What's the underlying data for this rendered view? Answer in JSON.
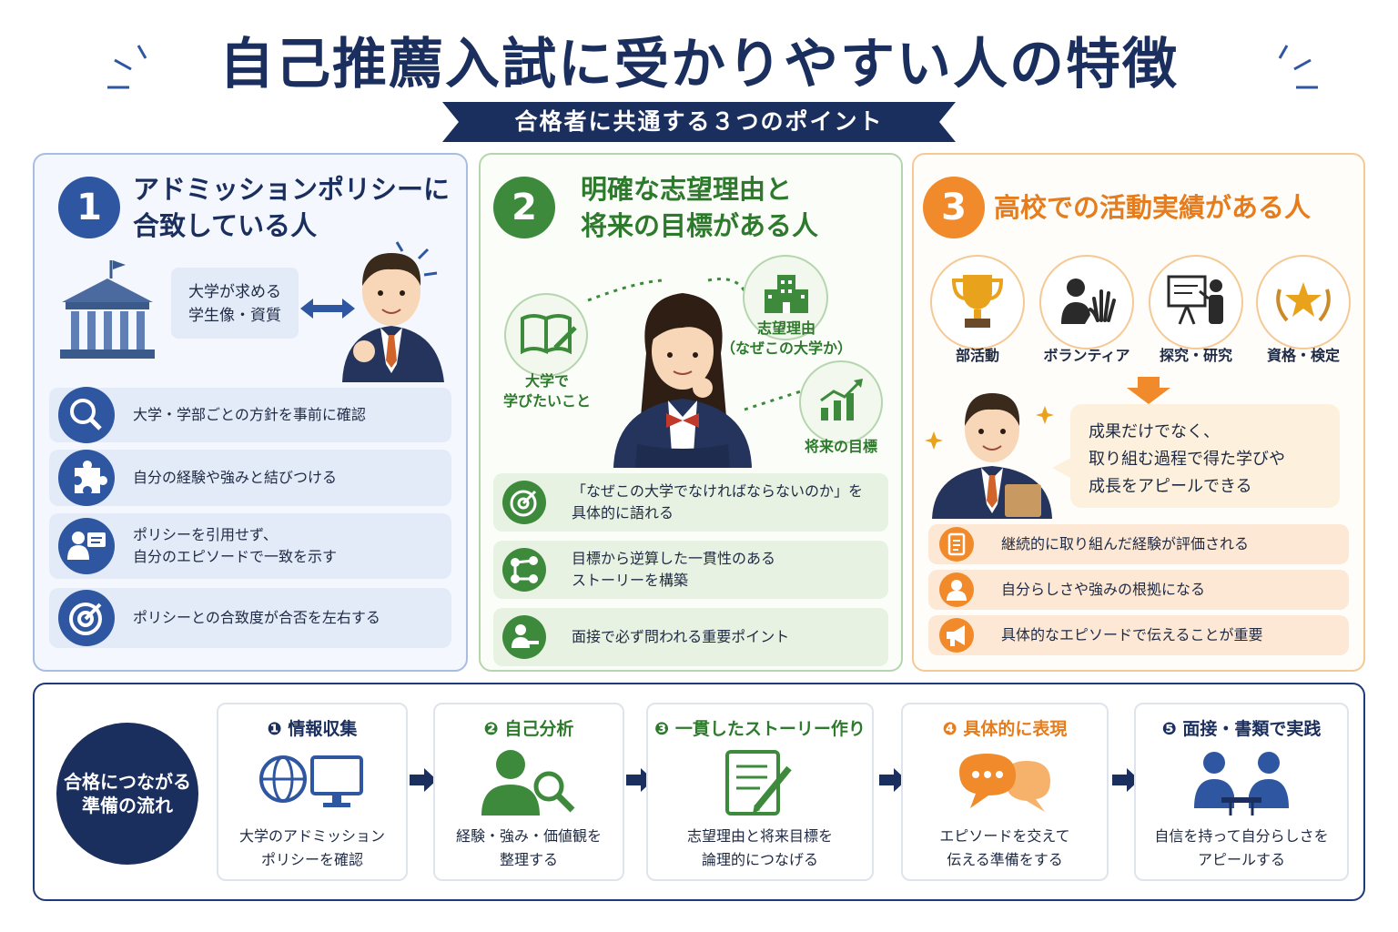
{
  "title": "自己推薦入試に受かりやすい人の特徴",
  "subtitle": "合格者に共通する３つのポイント",
  "colors": {
    "navy": "#1b2f5e",
    "blue": "#2f56a0",
    "green": "#3e8a3c",
    "orange": "#f08a2a"
  },
  "point1": {
    "number": "1",
    "heading": "アドミッションポリシーに\n合致している人",
    "bubble": "大学が求める\n学生像・資質",
    "items": [
      {
        "icon": "search-icon",
        "text": "大学・学部ごとの方針を事前に確認"
      },
      {
        "icon": "puzzle-icon",
        "text": "自分の経験や強みと結びつける"
      },
      {
        "icon": "presenter-icon",
        "text": "ポリシーを引用せず、\n自分のエピソードで一致を示す"
      },
      {
        "icon": "target-icon",
        "text": "ポリシーとの合致度が合否を左右する"
      }
    ]
  },
  "point2": {
    "number": "2",
    "heading": "明確な志望理由と\n将来の目標がある人",
    "bubbles": [
      "大学で\n学びたいこと",
      "志望理由\n（なぜこの大学か）",
      "将来の目標"
    ],
    "items": [
      {
        "icon": "target-icon",
        "text": "「なぜこの大学でなければならないのか」を\n具体的に語れる"
      },
      {
        "icon": "network-icon",
        "text": "目標から逆算した一貫性のある\nストーリーを構築"
      },
      {
        "icon": "interview-icon",
        "text": "面接で必ず問われる重要ポイント"
      }
    ]
  },
  "point3": {
    "number": "3",
    "heading": "高校での活動実績がある人",
    "activities": [
      "部活動",
      "ボランティア",
      "探究・研究",
      "資格・検定"
    ],
    "bubble": "成果だけでなく、\n取り組む過程で得た学びや\n成長をアピールできる",
    "items": [
      {
        "icon": "document-icon",
        "text": "継続的に取り組んだ経験が評価される"
      },
      {
        "icon": "person-icon",
        "text": "自分らしさや強みの根拠になる"
      },
      {
        "icon": "megaphone-icon",
        "text": "具体的なエピソードで伝えることが重要"
      }
    ]
  },
  "flow": {
    "label": "合格につながる\n準備の流れ",
    "steps": [
      {
        "title": "❶ 情報収集",
        "desc": "大学のアドミッション\nポリシーを確認",
        "color": "#2f56a0"
      },
      {
        "title": "❷ 自己分析",
        "desc": "経験・強み・価値観を\n整理する",
        "color": "#3e8a3c"
      },
      {
        "title": "❸ 一貫したストーリー作り",
        "desc": "志望理由と将来目標を\n論理的につなげる",
        "color": "#3e8a3c"
      },
      {
        "title": "❹ 具体的に表現",
        "desc": "エピソードを交えて\n伝える準備をする",
        "color": "#f08a2a"
      },
      {
        "title": "❺ 面接・書類で実践",
        "desc": "自信を持って自分らしさを\nアピールする",
        "color": "#2f56a0"
      }
    ]
  }
}
